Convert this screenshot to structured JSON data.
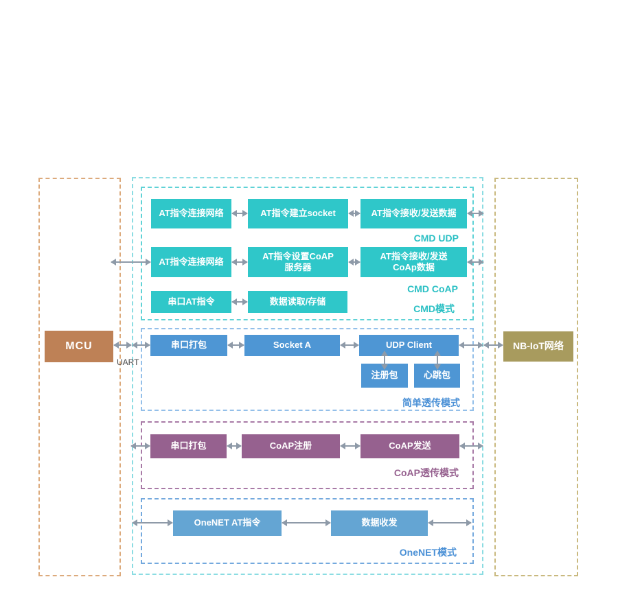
{
  "nodes": {
    "mcu": "MCU",
    "nb_iot": "NB-IoT网络",
    "uart": "UART"
  },
  "cmd": {
    "r1b1": "AT指令连接网络",
    "r1b2": "AT指令建立socket",
    "r1b3": "AT指令接收/发送数据",
    "tag_udp": "CMD UDP",
    "r2b1": "AT指令连接网络",
    "r2b2": "AT指令设置CoAP\n服务器",
    "r2b3": "AT指令接收/发送\nCoAp数据",
    "tag_coap": "CMD CoAP",
    "r3b1": "串口AT指令",
    "r3b2": "数据读取/存储",
    "tag_mode": "CMD模式"
  },
  "transparent": {
    "b1": "串口打包",
    "b2": "Socket A",
    "b3": "UDP Client",
    "sub1": "注册包",
    "sub2": "心跳包",
    "tag": "简单透传模式"
  },
  "coap": {
    "b1": "串口打包",
    "b2": "CoAP注册",
    "b3": "CoAP发送",
    "tag": "CoAP透传模式"
  },
  "onenet": {
    "b1": "OneNET AT指令",
    "b2": "数据收发",
    "tag": "OneNET模式"
  },
  "colors": {
    "teal_box": "#2fc7c9",
    "blue_box": "#4e96d4",
    "light_blue_box": "#64a5d3",
    "purple_box": "#96618f",
    "mcu_box": "#be8156",
    "nbiot_box": "#a89b5e",
    "arrow": "#8e9aa8",
    "teal_label": "#2bc0c4",
    "blue_label": "#4a90d6",
    "purple_label": "#96618f"
  }
}
